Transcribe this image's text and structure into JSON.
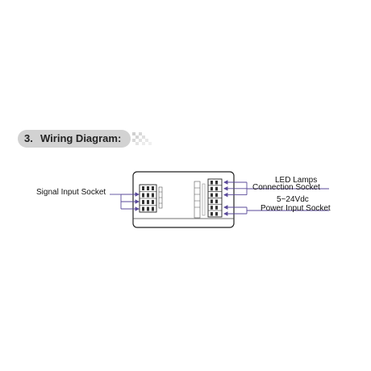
{
  "section": {
    "number": "3.",
    "title": "Wiring Diagram:"
  },
  "labels": {
    "signal_input": "Signal Input Socket",
    "led_lamps_line1": "LED Lamps",
    "led_lamps_line2": "Connection Socket",
    "voltage": "5~24Vdc",
    "power_input": "Power Input Socket"
  },
  "colors": {
    "header_bg": "#d2d2d2",
    "wire": "#5a4a9a",
    "outline": "#222222"
  }
}
